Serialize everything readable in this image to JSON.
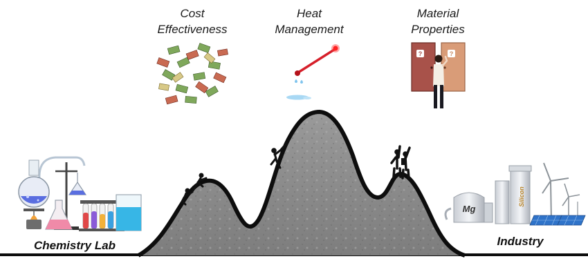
{
  "challenges": [
    {
      "lines": [
        "Cost",
        "Effectiveness"
      ],
      "icon": "money-bills-icon"
    },
    {
      "lines": [
        "Heat",
        "Management"
      ],
      "icon": "thermometer-icon"
    },
    {
      "lines": [
        "Material",
        "Properties"
      ],
      "icon": "doors-choice-icon"
    }
  ],
  "left_label": "Chemistry Lab",
  "right_label": "Industry",
  "industry_tank_labels": {
    "mg": "Mg",
    "silicon": "Silicon"
  },
  "door_marks": [
    "?",
    "?"
  ],
  "colors": {
    "mountain_fill": "#8c8c8c",
    "mountain_outline": "#0d0d0d",
    "thermometer": "#d61f2a",
    "door_left": "#a8524a",
    "door_right": "#d99c78",
    "flask_blue": "#5a6ee0",
    "flask_pink": "#f08aa8",
    "beaker_cyan": "#37b6e6",
    "solar_blue": "#2f73c9"
  }
}
